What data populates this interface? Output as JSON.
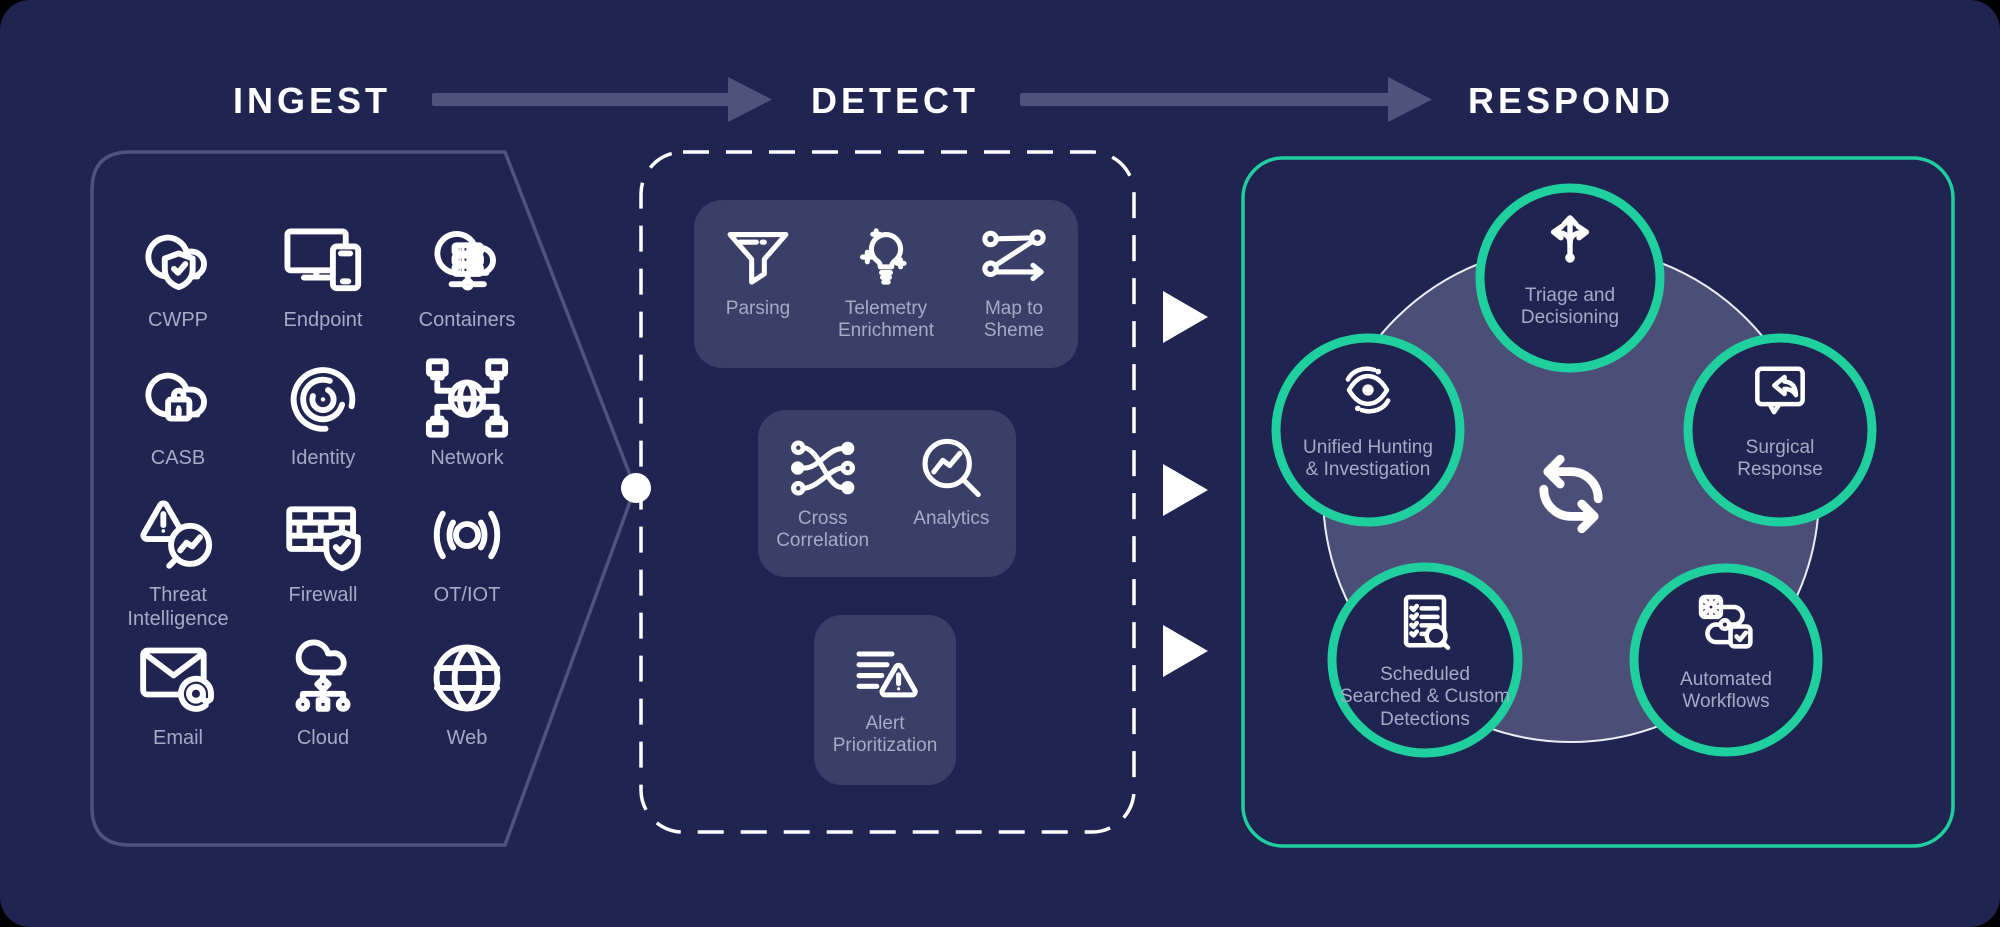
{
  "header": {
    "steps": [
      {
        "label": "INGEST"
      },
      {
        "label": "DETECT"
      },
      {
        "label": "RESPOND"
      }
    ]
  },
  "colors": {
    "background": "#202451",
    "panel_box": "#3a3f67",
    "cycle_circle": "#4b4f78",
    "accent_green": "#1fd09e",
    "slate_connector": "#4d537a",
    "label_gray": "#a6aac6",
    "icon_white": "#ffffff"
  },
  "ingest": {
    "items": [
      {
        "label": "CWPP",
        "icon": "cloud-shield-icon"
      },
      {
        "label": "Endpoint",
        "icon": "monitor-phone-icon"
      },
      {
        "label": "Containers",
        "icon": "cloud-server-icon"
      },
      {
        "label": "CASB",
        "icon": "cloud-lock-icon"
      },
      {
        "label": "Identity",
        "icon": "fingerprint-icon"
      },
      {
        "label": "Network",
        "icon": "globe-network-icon"
      },
      {
        "label": "Threat\nIntelligence",
        "icon": "alert-magnifier-icon"
      },
      {
        "label": "Firewall",
        "icon": "brick-wall-shield-icon"
      },
      {
        "label": "OT/IOT",
        "icon": "signal-icon"
      },
      {
        "label": "Email",
        "icon": "envelope-at-icon"
      },
      {
        "label": "Cloud",
        "icon": "cloud-nodes-icon"
      },
      {
        "label": "Web",
        "icon": "globe-icon"
      }
    ]
  },
  "detect": {
    "boxes": [
      {
        "items": [
          {
            "label": "Parsing",
            "icon": "funnel-icon"
          },
          {
            "label": "Telemetry\nEnrichment",
            "icon": "lightbulb-sparkle-icon"
          },
          {
            "label": "Map to\nSheme",
            "icon": "map-scheme-icon"
          }
        ]
      },
      {
        "items": [
          {
            "label": "Cross\nCorrelation",
            "icon": "cross-correlation-icon"
          },
          {
            "label": "Analytics",
            "icon": "magnifier-chart-icon"
          }
        ]
      },
      {
        "items": [
          {
            "label": "Alert\nPrioritization",
            "icon": "list-alert-icon"
          }
        ]
      }
    ]
  },
  "respond": {
    "center_icon": "sync-icon",
    "nodes": [
      {
        "label": "Triage and\nDecisioning",
        "icon": "branch-arrows-icon"
      },
      {
        "label": "Unified Hunting\n& Investigation",
        "icon": "eye-orbit-icon"
      },
      {
        "label": "Surgical\nResponse",
        "icon": "reply-bubble-icon"
      },
      {
        "label": "Scheduled\nSearched & Custom\nDetections",
        "icon": "checklist-magnifier-icon"
      },
      {
        "label": "Automated\nWorkflows",
        "icon": "workflow-icon"
      }
    ]
  }
}
